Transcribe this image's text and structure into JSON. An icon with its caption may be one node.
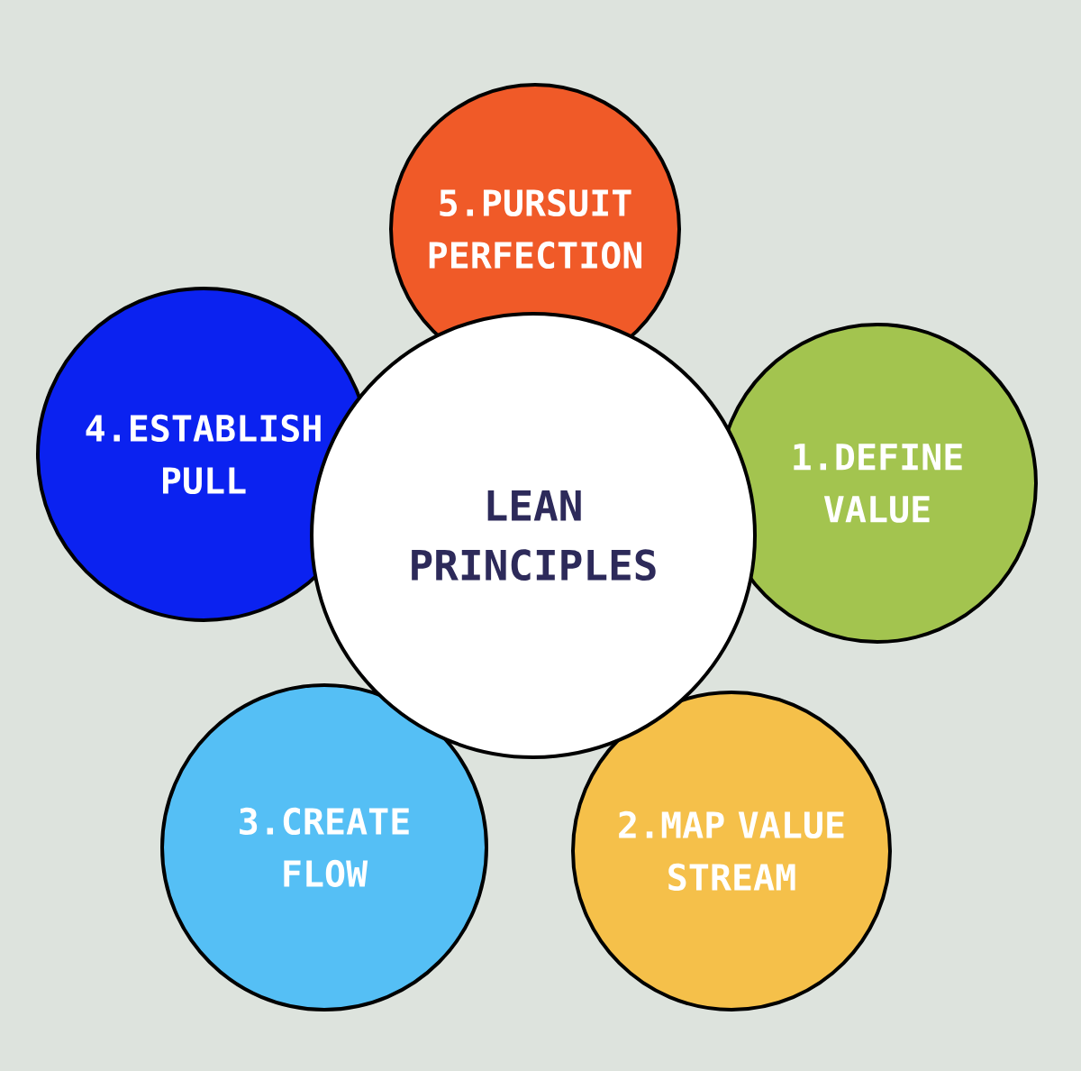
{
  "diagram": {
    "nodes": [
      {
        "text": [
          "LEAN PRINCIPLES"
        ]
      },
      {
        "text": [
          "1.DEFINE VALUE"
        ]
      },
      {
        "text": [
          "2.MAP VALUE STREAM"
        ]
      },
      {
        "text": [
          "3.CREATE FLOW"
        ]
      },
      {
        "text": [
          "4.ESTABLISH PULL"
        ]
      },
      {
        "text": [
          "5.PURSUIT PERFECTION"
        ]
      }
    ]
  }
}
